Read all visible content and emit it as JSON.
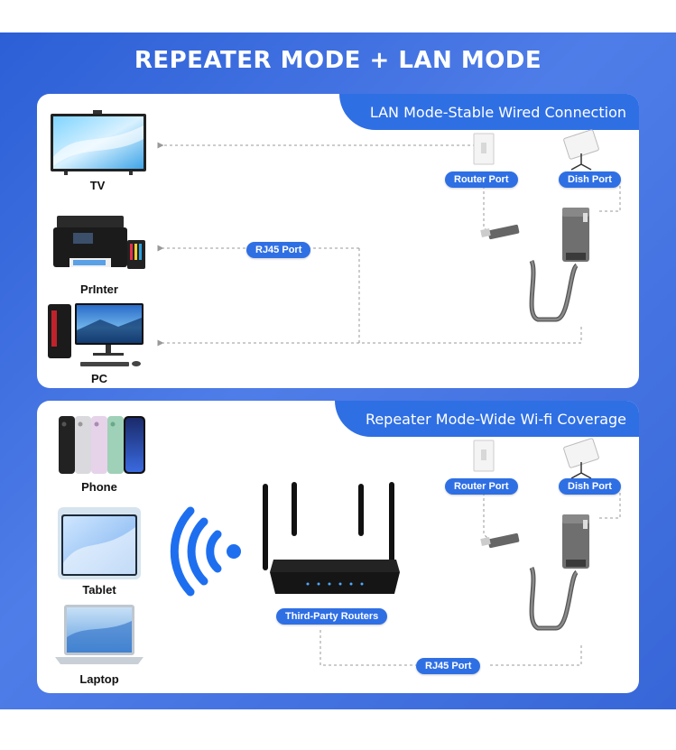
{
  "title": "REPEATER MODE + LAN MODE",
  "lan": {
    "tab_label": "LAN Mode-Stable Wired Connection",
    "devices": [
      "TV",
      "PrInter",
      "PC"
    ],
    "rj45_label": "RJ45 Port",
    "router_port_label": "Router Port",
    "dish_port_label": "Dish Port"
  },
  "repeater": {
    "tab_label": "Repeater Mode-Wide Wi-fi Coverage",
    "devices": [
      "Phone",
      "Tablet",
      "Laptop"
    ],
    "router_label": "Third-Party Routers",
    "rj45_label": "RJ45 Port",
    "router_port_label": "Router Port",
    "dish_port_label": "Dish Port"
  },
  "colors": {
    "accent": "#2f6fe4",
    "background": "#3a6ad9",
    "wifi": "#1e6ff0"
  }
}
